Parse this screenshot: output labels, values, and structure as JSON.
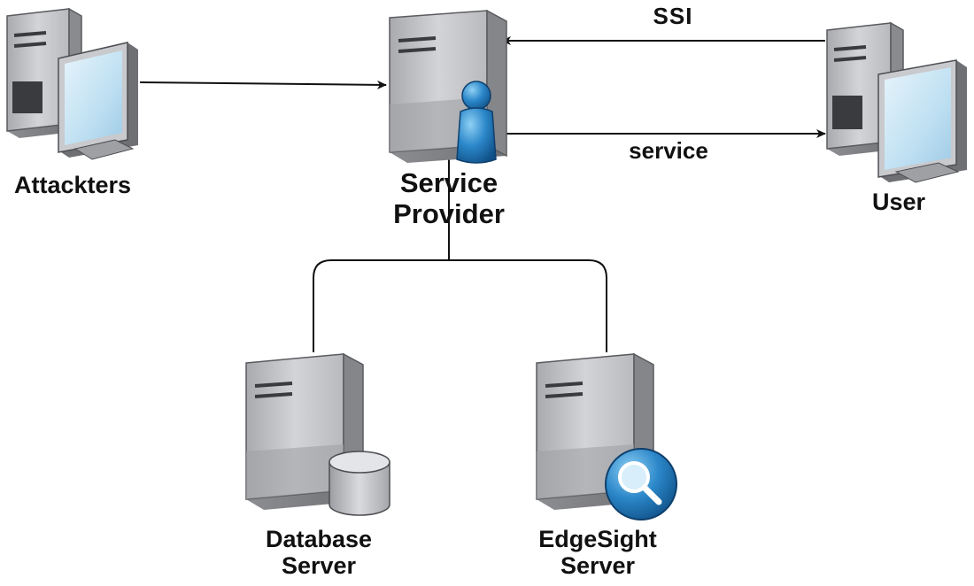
{
  "diagram": {
    "nodes": {
      "attackers": {
        "label": "Attackters",
        "icon": "workstation-icon"
      },
      "service_provider": {
        "label_line1": "Service",
        "label_line2": "Provider",
        "icon": "server-user-icon"
      },
      "user": {
        "label": "User",
        "icon": "workstation-icon"
      },
      "database_server": {
        "label_line1": "Database",
        "label_line2": "Server",
        "icon": "database-server-icon"
      },
      "edgesight_server": {
        "label_line1": "EdgeSight",
        "label_line2": "Server",
        "icon": "search-server-icon"
      }
    },
    "edges": {
      "ssi": {
        "label": "SSI",
        "from": "User",
        "to": "Service Provider"
      },
      "service": {
        "label": "service",
        "from": "Service Provider",
        "to": "User"
      },
      "attack": {
        "label": "",
        "from": "Attackters",
        "to": "Service Provider"
      }
    },
    "colors": {
      "server_body": "#b8b9bd",
      "server_side": "#8f9095",
      "server_dark": "#3a3b3f",
      "monitor_screen": "#bfe0f2",
      "accent_blue": "#2b87c9",
      "line": "#111111"
    }
  }
}
